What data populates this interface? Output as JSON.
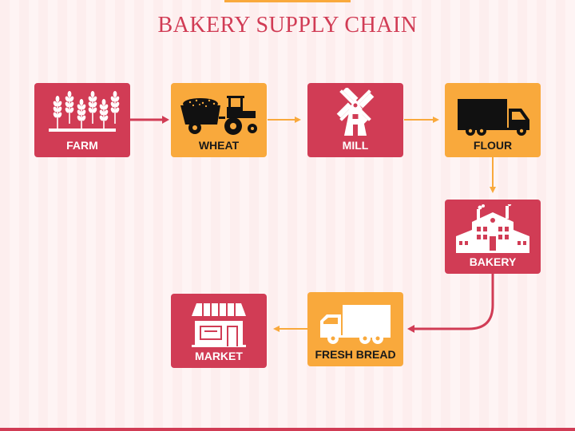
{
  "title": "BAKERY SUPPLY CHAIN",
  "colors": {
    "primary": "#d13c55",
    "accent": "#f9a93c",
    "background": "#fdeeee"
  },
  "stages": [
    {
      "label": "FARM",
      "icon": "wheat-field-icon",
      "color": "red"
    },
    {
      "label": "WHEAT",
      "icon": "tractor-trailer-icon",
      "color": "orange"
    },
    {
      "label": "MILL",
      "icon": "windmill-icon",
      "color": "red"
    },
    {
      "label": "FLOUR",
      "icon": "truck-icon",
      "color": "orange"
    },
    {
      "label": "BAKERY",
      "icon": "factory-icon",
      "color": "red"
    },
    {
      "label": "FRESH BREAD",
      "icon": "delivery-truck-icon",
      "color": "orange"
    },
    {
      "label": "MARKET",
      "icon": "storefront-icon",
      "color": "red"
    }
  ],
  "connections": [
    {
      "from": "FARM",
      "to": "WHEAT"
    },
    {
      "from": "WHEAT",
      "to": "MILL"
    },
    {
      "from": "MILL",
      "to": "FLOUR"
    },
    {
      "from": "FLOUR",
      "to": "BAKERY"
    },
    {
      "from": "BAKERY",
      "to": "FRESH BREAD"
    },
    {
      "from": "FRESH BREAD",
      "to": "MARKET"
    }
  ]
}
